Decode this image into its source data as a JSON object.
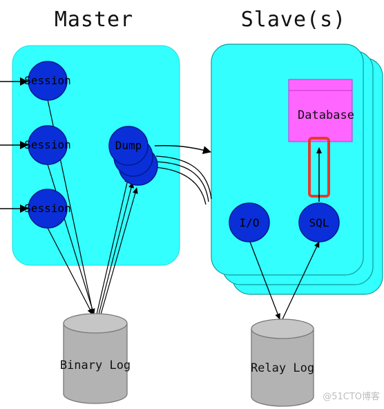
{
  "titles": {
    "master": "Master",
    "slave": "Slave(s)"
  },
  "master": {
    "sessions": [
      "Session",
      "Session",
      "Session"
    ],
    "dump": "Dump",
    "binary_log": "Binary Log"
  },
  "slave": {
    "io_thread": "I/O",
    "sql_thread": "SQL",
    "database": "Database",
    "relay_log": "Relay Log"
  },
  "watermark": "@51CTO博客",
  "colors": {
    "panel": "#33ffff",
    "node": "#0a2fd9",
    "database": "#ff66ff",
    "cylinder": "#b3b3b3",
    "highlight": "#e53a2a"
  }
}
